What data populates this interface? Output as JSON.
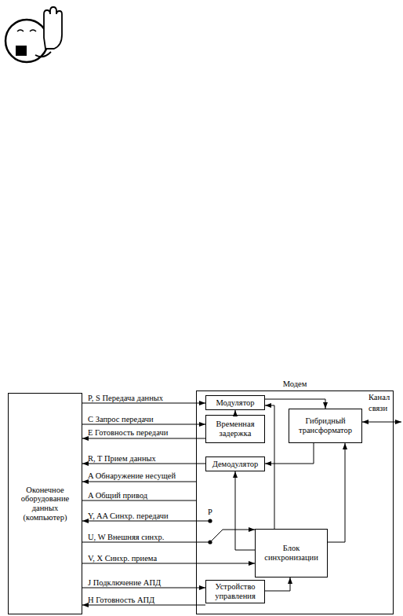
{
  "diagram": {
    "nodes": [
      {
        "text": [
          "Оконечное оборудование данных (компьютер)"
        ]
      },
      {
        "text": [
          "Модем"
        ]
      },
      {
        "text": [
          "Модулятор"
        ],
        "in": 1
      },
      {
        "text": [
          "Временная задержка"
        ],
        "in": 1
      },
      {
        "text": [
          "Гибридный трансформатор"
        ],
        "in": 1
      },
      {
        "text": [
          "Демодулятор"
        ],
        "in": 1
      },
      {
        "text": [
          "Блок синхронизации"
        ],
        "in": 1
      },
      {
        "text": [
          "Устройство управления"
        ],
        "in": 1
      }
    ],
    "edges": [
      {
        "from": 0,
        "to": 2,
        "arrow": "to",
        "label": "P, S Передача данных"
      },
      {
        "from": 0,
        "to": 3,
        "arrow": "to",
        "label": "C Запрос передачи"
      },
      {
        "from": 3,
        "to": 0,
        "arrow": "to",
        "label": "E Готовность передачи"
      },
      {
        "from": 5,
        "to": 0,
        "arrow": "to",
        "label": "R, T Прием данных"
      },
      {
        "from": 1,
        "to": 0,
        "arrow": "to",
        "label": "A Обнаружение несущей"
      },
      {
        "from": 0,
        "to": 1,
        "arrow": "none",
        "label": "A Общий привод"
      },
      {
        "from": 0,
        "to": 6,
        "arrow": "to",
        "label": "V, X Синхр. приема"
      },
      {
        "from": 0,
        "to": 7,
        "arrow": "to",
        "label": "J Подключение АПД"
      },
      {
        "from": 7,
        "to": 0,
        "arrow": "to",
        "label": "H Готовность АПД"
      },
      {
        "from": 3,
        "to": 2,
        "arrow": "to"
      },
      {
        "from": 2,
        "to": 4,
        "arrow": "to"
      },
      {
        "from": 6,
        "to": 2,
        "arrow": "to"
      },
      {
        "from": 4,
        "to": 5,
        "arrow": "to"
      },
      {
        "from": 6,
        "to": 5,
        "arrow": "to"
      },
      {
        "from": 6,
        "to": 4,
        "arrow": "to"
      },
      {
        "from": 7,
        "to": 6,
        "arrow": "to"
      }
    ],
    "labels": [
      "P",
      "Y, AA Синхр. передачи",
      "U, W Внешняя синхр.",
      "Канал связи"
    ]
  }
}
